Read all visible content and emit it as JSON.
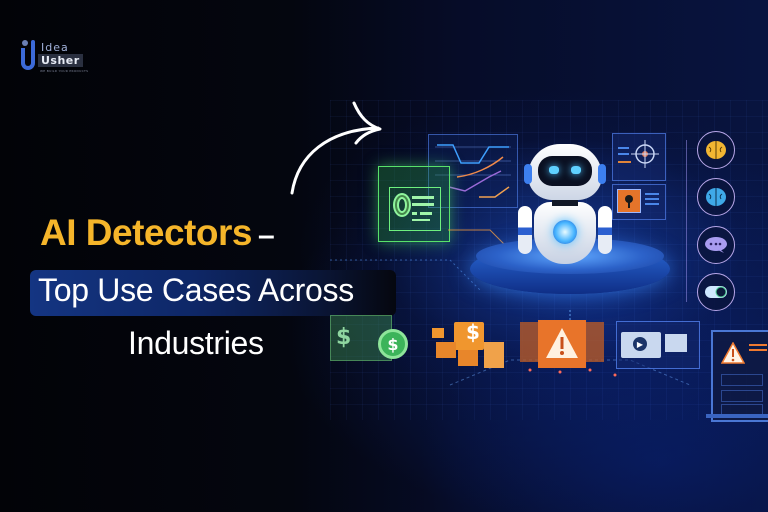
{
  "logo": {
    "brand_top": "Idea",
    "brand_bottom": "Usher",
    "tagline": "WE BUILD YOUR PRODUCTS"
  },
  "headline": {
    "line1": "AI Detectors",
    "dash": "–",
    "line2": "Top Use Cases Across",
    "line3": "Industries"
  },
  "colors": {
    "title_accent": "#f5b52a",
    "highlight_box": "#143582",
    "background": "#03040a",
    "glow_blue": "#2a6ad8",
    "fingerprint_green": "#58e26b",
    "alert_orange": "#e4742a"
  },
  "illustration": {
    "center": "robot-on-platform",
    "left_card": "fingerprint-card",
    "top_panel": "line-chart-panel",
    "right_panels": [
      "target-panel",
      "alert-panel"
    ],
    "right_icons": [
      {
        "name": "brain-icon-yellow",
        "color": "#f2b632"
      },
      {
        "name": "brain-icon-blue",
        "color": "#3fa9e8"
      },
      {
        "name": "chat-bubble-icon",
        "color": "#a99cf0"
      },
      {
        "name": "toggle-icon",
        "color": "#cfe8ff"
      }
    ],
    "bottom_cards": [
      {
        "name": "finance-dollar-card",
        "symbol": "$",
        "color": "#3cb45a"
      },
      {
        "name": "mail-dollar-card",
        "symbol": "$",
        "color": "#f0962e"
      },
      {
        "name": "warning-card",
        "symbol": "!",
        "color": "#e8742a"
      },
      {
        "name": "media-player-card",
        "symbol": "▶",
        "color": "#c9d8ef"
      },
      {
        "name": "monitor-warning-card",
        "symbol": "!",
        "color": "#f07a30"
      }
    ]
  }
}
